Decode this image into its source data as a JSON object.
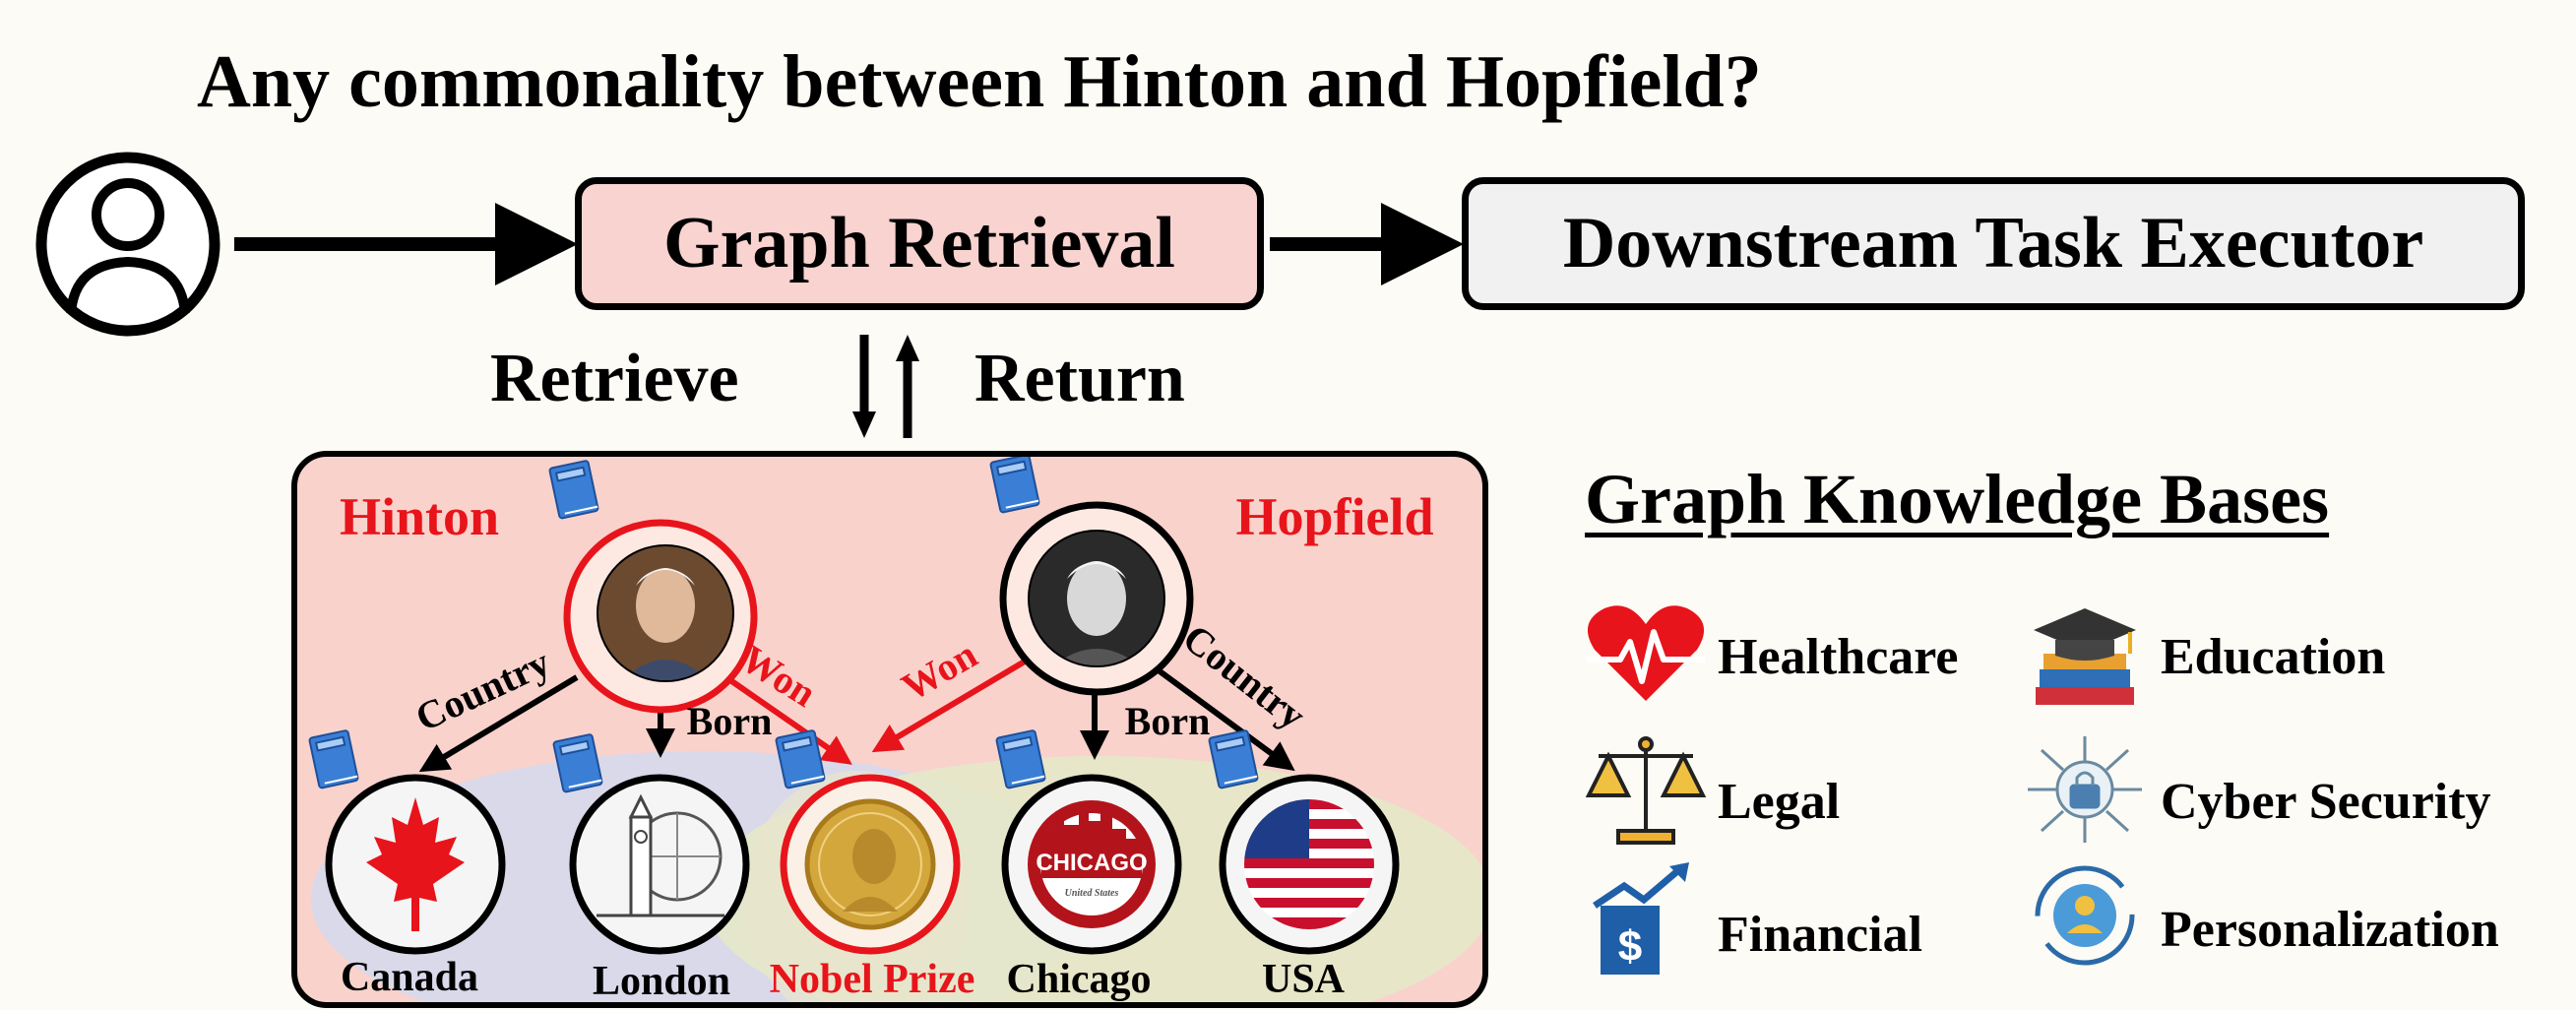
{
  "question": "Any commonality between Hinton and Hopfield?",
  "pipeline": {
    "retrieval_label": "Graph Retrieval",
    "executor_label": "Downstream Task Executor",
    "retrieve_label": "Retrieve",
    "return_label": "Return"
  },
  "graph": {
    "hinton_label": "Hinton",
    "hopfield_label": "Hopfield",
    "edges": {
      "country_left": "Country",
      "born_left": "Born",
      "won_left": "Won",
      "won_right": "Won",
      "born_right": "Born",
      "country_right": "Country"
    },
    "nodes": {
      "canada": "Canada",
      "london": "London",
      "nobel": "Nobel Prize",
      "chicago": "Chicago",
      "usa": "USA"
    },
    "chicago_logo_text": "CHICAGO",
    "chicago_logo_sub": "United States"
  },
  "knowledge_bases": {
    "title": "Graph Knowledge Bases",
    "items": [
      {
        "label": "Healthcare",
        "icon": "heart-pulse-icon"
      },
      {
        "label": "Education",
        "icon": "graduation-books-icon"
      },
      {
        "label": "Legal",
        "icon": "scales-icon"
      },
      {
        "label": "Cyber Security",
        "icon": "circuit-lock-icon"
      },
      {
        "label": "Financial",
        "icon": "money-growth-icon"
      },
      {
        "label": "Personalization",
        "icon": "user-cycle-icon"
      }
    ]
  },
  "colors": {
    "accent_red": "#e8141b",
    "panel_pink": "#f9d2cc",
    "cluster_lavender": "#d9d9ea",
    "cluster_green": "#e4e8c8",
    "book_blue": "#3a7fd5"
  }
}
